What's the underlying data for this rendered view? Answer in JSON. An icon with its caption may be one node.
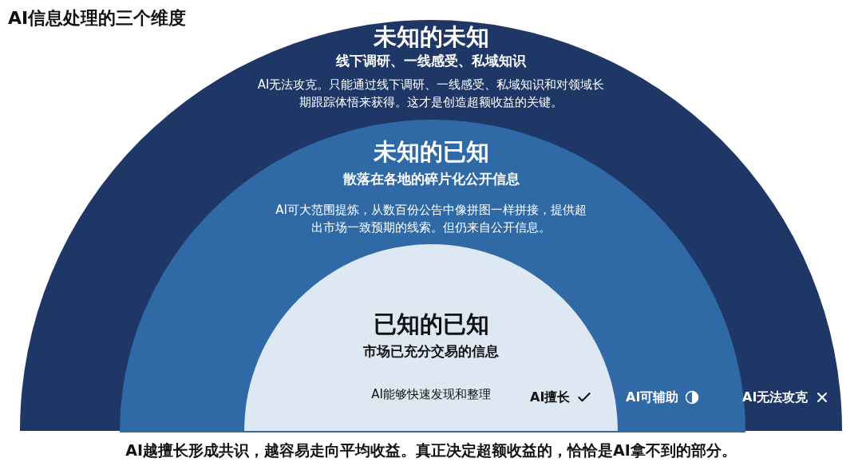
{
  "diagram": {
    "title": "AI信息处理的三个维度",
    "caption": "AI越擅长形成共识，越容易走向平均收益。真正决定超额收益的，恰恰是AI拿不到的部分。",
    "nodes": [
      {
        "text": [
          "未知的未知",
          "线下调研、一线感受、私域知识",
          "AI无法攻克。只能通过线下调研、一线感受、私域知识和对领域长期跟踪体悟来获得。这才是创造超额收益的关键。",
          "AI无法攻克"
        ]
      },
      {
        "text": [
          "未知的已知",
          "散落在各地的碎片化公开信息",
          "AI可大范围提炼，从数百份公告中像拼图一样拼接，提供超出市场一致预期的线索。但仍来自公开信息。",
          "AI可辅助"
        ],
        "in": 0
      },
      {
        "text": [
          "已知的已知",
          "市场已充分交易的信息",
          "AI能够快速发现和整理",
          "AI擅长"
        ],
        "in": 1
      }
    ]
  }
}
